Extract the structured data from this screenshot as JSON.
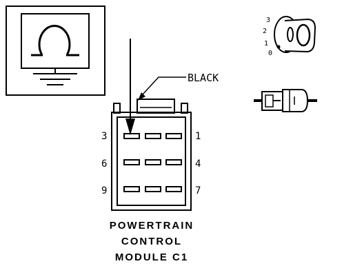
{
  "connector": {
    "wire_color_label": "BLACK",
    "pin_labels": {
      "top_left": "3",
      "top_right": "1",
      "middle_left": "6",
      "middle_right": "4",
      "bottom_left": "9",
      "bottom_right": "7"
    }
  },
  "title_lines": [
    "POWERTRAIN",
    "CONTROL",
    "MODULE C1"
  ],
  "ignition_positions": [
    "3",
    "2",
    "1",
    "0"
  ],
  "icons": {
    "test_meter": "ohmmeter-icon",
    "ignition_key": "ignition-key-icon",
    "connector_plug": "connector-plug-icon"
  },
  "colors": {
    "ink": "#000000",
    "background": "#ffffff"
  }
}
